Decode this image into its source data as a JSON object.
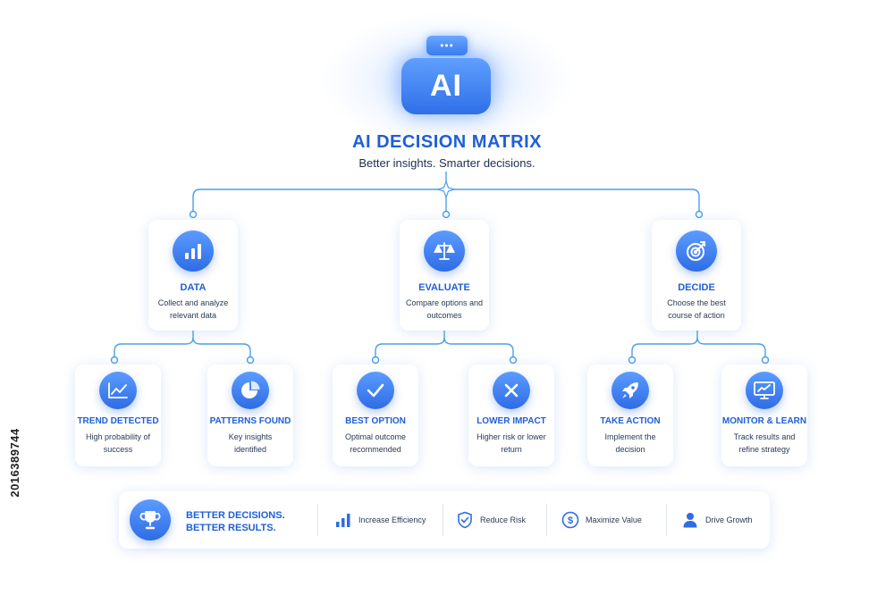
{
  "header": {
    "badge_text": "AI",
    "badge_tab_text": "•••",
    "title": "AI DECISION MATRIX",
    "subtitle": "Better insights. Smarter decisions."
  },
  "top_nodes": [
    {
      "title": "DATA",
      "description": "Collect and analyze relevant data",
      "icon": "bar-chart-icon"
    },
    {
      "title": "EVALUATE",
      "description": "Compare options and outcomes",
      "icon": "scale-icon"
    },
    {
      "title": "DECIDE",
      "description": "Choose the best course of action",
      "icon": "target-icon"
    }
  ],
  "leaf_nodes": [
    {
      "title": "TREND DETECTED",
      "description": "High probability of success",
      "icon": "trend-line-icon"
    },
    {
      "title": "PATTERNS FOUND",
      "description": "Key insights identified",
      "icon": "pie-chart-icon"
    },
    {
      "title": "BEST OPTION",
      "description": "Optimal outcome recommended",
      "icon": "checkmark-icon"
    },
    {
      "title": "LOWER IMPACT",
      "description": "Higher risk or lower return",
      "icon": "x-mark-icon"
    },
    {
      "title": "TAKE ACTION",
      "description": "Implement the decision",
      "icon": "rocket-icon"
    },
    {
      "title": "MONITOR & LEARN",
      "description": "Track results and refine strategy",
      "icon": "monitor-chart-icon"
    }
  ],
  "footer": {
    "headline_line1": "BETTER DECISIONS.",
    "headline_line2": "BETTER RESULTS.",
    "icon": "trophy-icon",
    "benefits": [
      {
        "label": "Increase Efficiency",
        "icon": "bar-chart-icon"
      },
      {
        "label": "Reduce Risk",
        "icon": "shield-check-icon"
      },
      {
        "label": "Maximize Value",
        "icon": "dollar-circle-icon"
      },
      {
        "label": "Drive Growth",
        "icon": "person-icon"
      }
    ]
  },
  "watermark": {
    "stock_id": "2016389744"
  },
  "colors": {
    "accent": "#1f5fd6",
    "icon_gradient_top": "#5b9cff",
    "icon_gradient_bottom": "#2f6ce5",
    "connector": "#4aa0ea"
  }
}
